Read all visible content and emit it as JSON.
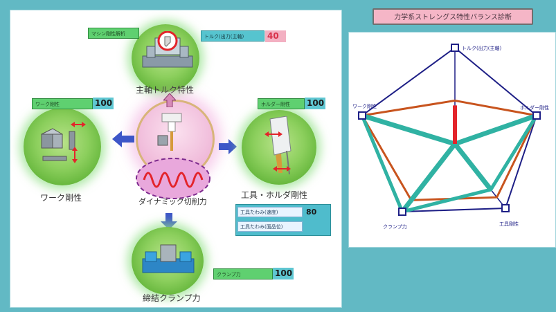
{
  "title_button": "力学系ストレングス特性バランス診断",
  "hub": {
    "center_label": "ダイナミック切削力"
  },
  "nodes": {
    "spindle": {
      "label": "主軸トルク特性",
      "tag_left": "マシン剛性解析",
      "tag_right": "トルク(出力(主軸)",
      "value": "40"
    },
    "work": {
      "label": "ワーク剛性",
      "tag": "ワーク剛性",
      "value": "100"
    },
    "tool": {
      "label": "工具・ホルダ剛性",
      "tag": "ホルダー剛性",
      "value": "100",
      "sub_rows": [
        {
          "label": "工具たわみ(速度)",
          "value": "80"
        },
        {
          "label": "工具たわみ(面品位)",
          "value": ""
        }
      ]
    },
    "clamp": {
      "label": "締結クランプ力",
      "tag": "クランプ力",
      "value": "100"
    }
  },
  "radar": {
    "axes": [
      "トルク(出力(主軸)",
      "ホルダー剛性",
      "工具剛性",
      "クランプ力",
      "ワーク剛性"
    ],
    "series": [
      {
        "color": "#c8541e",
        "values": [
          45,
          100,
          83,
          83,
          100
        ]
      },
      {
        "color": "#30b2a3",
        "values": [
          0,
          100,
          71,
          100,
          100
        ]
      },
      {
        "color": "#e3242b",
        "values": [
          40,
          0,
          0,
          0,
          0
        ]
      }
    ],
    "max": 100
  },
  "colors": {
    "frame": "#62b9c4",
    "outline": "#1e1f86",
    "accent_red": "#e3242b",
    "arrow_blue": "#3d56c8",
    "arrow_pink": "#d88ab8"
  }
}
